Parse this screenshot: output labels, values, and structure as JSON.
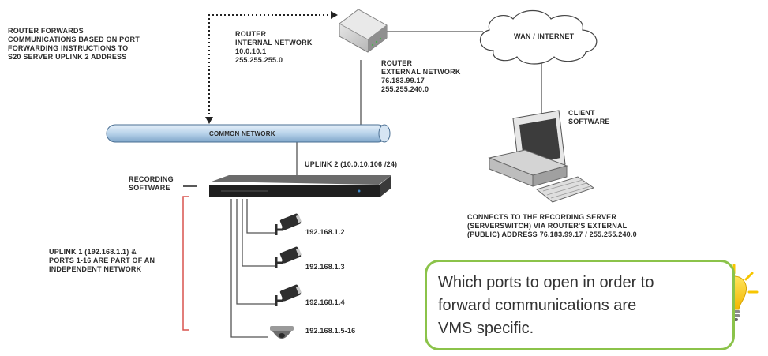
{
  "labels": {
    "forward_lines": [
      "ROUTER FORWARDS",
      "COMMUNICATIONS  BASED  ON PORT",
      "FORWARDING  INSTRUCTIONS  TO",
      "S20 SERVER UPLINK 2 ADDRESS"
    ],
    "router_internal": [
      "ROUTER",
      "INTERNAL NETWORK",
      "10.0.10.1",
      "255.255.255.0"
    ],
    "router_external": [
      "ROUTER",
      "EXTERNAL NETWORK",
      "76.183.99.17",
      "255.255.240.0"
    ],
    "wan": "WAN / INTERNET",
    "client": [
      "CLIENT",
      "SOFTWARE"
    ],
    "common_network": "COMMON NETWORK",
    "uplink2": "UPLINK 2 (10.0.10.106 /24)",
    "recording": [
      "RECORDING",
      "SOFTWARE"
    ],
    "connects": [
      "CONNECTS TO THE RECORDING SERVER",
      "(SERVERSWITCH) VIA ROUTER'S EXTERNAL",
      "(PUBLIC) ADDRESS 76.183.99.17 / 255.255.240.0"
    ],
    "uplink1": [
      "UPLINK 1 (192.168.1.1)  &",
      "PORTS 1-16 ARE PART OF AN",
      "INDEPENDENT NETWORK"
    ],
    "cameras": [
      "192.168.1.2",
      "192.168.1.3",
      "192.168.1.4",
      "192.168.1.5-16"
    ]
  },
  "note": {
    "lines": [
      "Which ports to open in order to",
      "forward communications are",
      "VMS specific."
    ],
    "border_color": "#8bc34a"
  },
  "colors": {
    "network_tube": "#b9d3ea",
    "bracket": "#d9534f",
    "bulb": "#f7c600"
  },
  "icons": [
    "router-icon",
    "cloud-icon",
    "computer-icon",
    "recorder-icon",
    "camera-icon",
    "dome-camera-icon",
    "lightbulb-icon"
  ]
}
